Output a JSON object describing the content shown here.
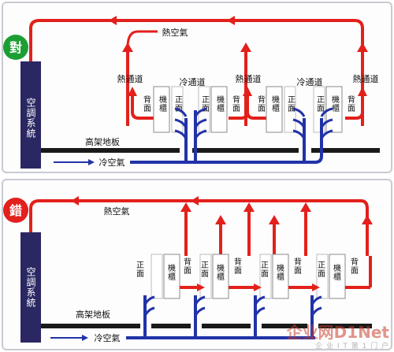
{
  "correct": {
    "badge": "對",
    "hot_air": "熱空氣",
    "hot_aisles": [
      "熱通道",
      "熱通道",
      "熱通道"
    ],
    "cold_aisles": [
      "冷通道",
      "冷通道"
    ],
    "rack_label": "機櫃",
    "front_label": "正面",
    "back_label": "背面",
    "floor_label": "高架地板",
    "cold_air": "冷空氣",
    "ac_label": "空調系統"
  },
  "wrong": {
    "badge": "錯",
    "hot_air": "熱空氣",
    "rack_label": "機櫃",
    "front_label": "正面",
    "back_label": "背面",
    "floor_label": "高架地板",
    "cold_air": "冷空氣",
    "ac_label": "空調系統"
  },
  "watermark": {
    "brand": "企业网D1Net",
    "sub": "企 业 I T 第 1 门 户"
  },
  "colors": {
    "hot": "#e3201b",
    "cold": "#2133a8",
    "ac": "#2b2762",
    "badge_correct": "#1d9e33",
    "badge_wrong": "#e3201b",
    "floor": "#1a1a1a"
  }
}
